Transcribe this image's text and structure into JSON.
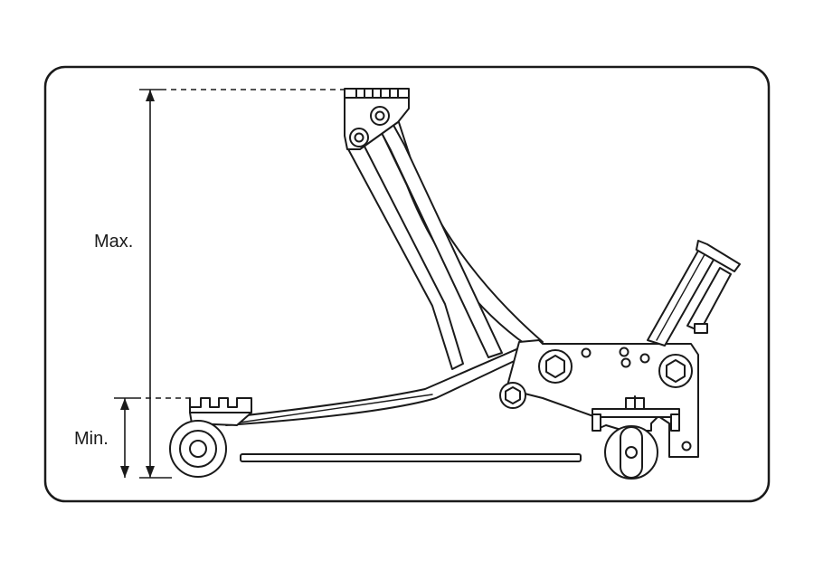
{
  "labels": {
    "max": "Max.",
    "min": "Min."
  },
  "colors": {
    "line": "#1a1a1a",
    "background": "#ffffff"
  },
  "icons": [
    "floor-jack-illustration"
  ]
}
